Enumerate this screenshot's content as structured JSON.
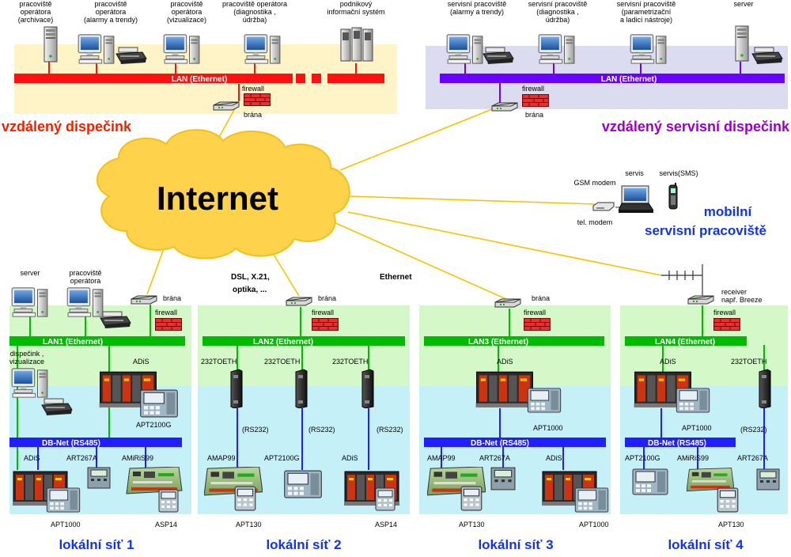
{
  "colors": {
    "lan_red": "#ff1010",
    "lan_purple": "#6a00ff",
    "lan_green": "#00bb00",
    "dbnet_blue": "#1f1fff",
    "zone_yellow": "#fff3c8",
    "zone_lavender": "#dcdcf0",
    "zone_green": "#d4f8c8",
    "zone_cyan": "#c6f0f8",
    "cloud": "#fed24a",
    "line_yellow": "#f5c400",
    "firewall": "#e83030",
    "title_red": "#ee2200",
    "title_purple": "#9900cc",
    "title_blue": "#1133ee"
  },
  "cloud": {
    "label": "Internet"
  },
  "connections": {
    "dsl": "DSL, X.21,",
    "optika": "optika, ...",
    "ethernet": "Ethernet"
  },
  "remote_dispatch": {
    "title": "vzdálený dispečink",
    "lan_label": "LAN (Ethernet)",
    "firewall": "firewall",
    "gateway": "brána",
    "stations": [
      {
        "line1": "pracoviště",
        "line2": "operátora",
        "line3": "(archivace)"
      },
      {
        "line1": "pracoviště",
        "line2": "operátora",
        "line3": "(alarmy a trendy)"
      },
      {
        "line1": "pracoviště",
        "line2": "operátora",
        "line3": "(vizualizace)"
      },
      {
        "line1": "pracoviště operátora",
        "line2": "(diagnostika ,",
        "line3": "údržba)"
      },
      {
        "line1": "podnikový",
        "line2": "informační systém",
        "line3": ""
      }
    ]
  },
  "remote_service": {
    "title": "vzdálený servisní dispečink",
    "lan_label": "LAN (Ethernet)",
    "firewall": "firewall",
    "gateway": "brána",
    "stations": [
      {
        "line1": "servisní pracoviště",
        "line2": "(alarmy a trendy)",
        "line3": ""
      },
      {
        "line1": "servisní pracoviště",
        "line2": "(diagnostika ,",
        "line3": "údržba)"
      },
      {
        "line1": "servisní pracoviště",
        "line2": "(parametrizační",
        "line3": "a ladicí nástroje)"
      },
      {
        "line1": "server",
        "line2": "",
        "line3": ""
      }
    ]
  },
  "mobile": {
    "title1": "mobilní",
    "title2": "servisní pracoviště",
    "gsm": "GSM modem",
    "tel": "tel. modem",
    "servis": "servis",
    "sms": "servis(SMS)"
  },
  "networks": [
    {
      "title": "lokální síť 1",
      "lan": "LAN1 (Ethernet)",
      "gateway": "brána",
      "firewall": "firewall",
      "server": "server",
      "op1": "pracoviště",
      "op2": "operátora",
      "disp1": "dispečink ,",
      "disp2": "vizualizace",
      "adis": "ADiS",
      "apt2100g": "APT2100G",
      "dbnet": "DB-Net (RS485)",
      "dev1": "ADiS",
      "dev2": "ART267A",
      "dev3": "AMiRiS99",
      "bottom1": "APT1000",
      "bottom2": "ASP14"
    },
    {
      "title": "lokální síť 2",
      "lan": "LAN2 (Ethernet)",
      "gateway": "brána",
      "firewall": "firewall",
      "conv1": "232TOETH",
      "conv2": "232TOETH",
      "conv3": "232TOETH",
      "rs1": "(RS232)",
      "rs2": "(RS232)",
      "rs3": "(RS232)",
      "dev1": "AMAP99",
      "dev2": "APT2100G",
      "dev3": "ADiS",
      "bottom1": "APT130",
      "bottom2": "ASP14"
    },
    {
      "title": "lokální síť 3",
      "lan": "LAN3 (Ethernet)",
      "gateway": "brána",
      "firewall": "firewall",
      "adis": "ADiS",
      "apt1000": "APT1000",
      "dbnet": "DB-Net (RS485)",
      "dev1": "AMAP99",
      "dev2": "ART267A",
      "dev3": "ADiS",
      "bottom1": "APT130",
      "bottom2": "APT1000"
    },
    {
      "title": "lokální síť 4",
      "lan": "LAN4 (Ethernet)",
      "gateway": "receiver",
      "gateway2": "např. Breeze",
      "firewall": "firewall",
      "adis": "ADiS",
      "apt1000": "APT1000",
      "conv": "232TOETH",
      "rs": "(RS232)",
      "dbnet": "DB-Net (RS485)",
      "dev1": "APT2100G",
      "dev2": "AMiRiS99",
      "dev3": "ART267A",
      "bottom1": "APT130"
    }
  ]
}
